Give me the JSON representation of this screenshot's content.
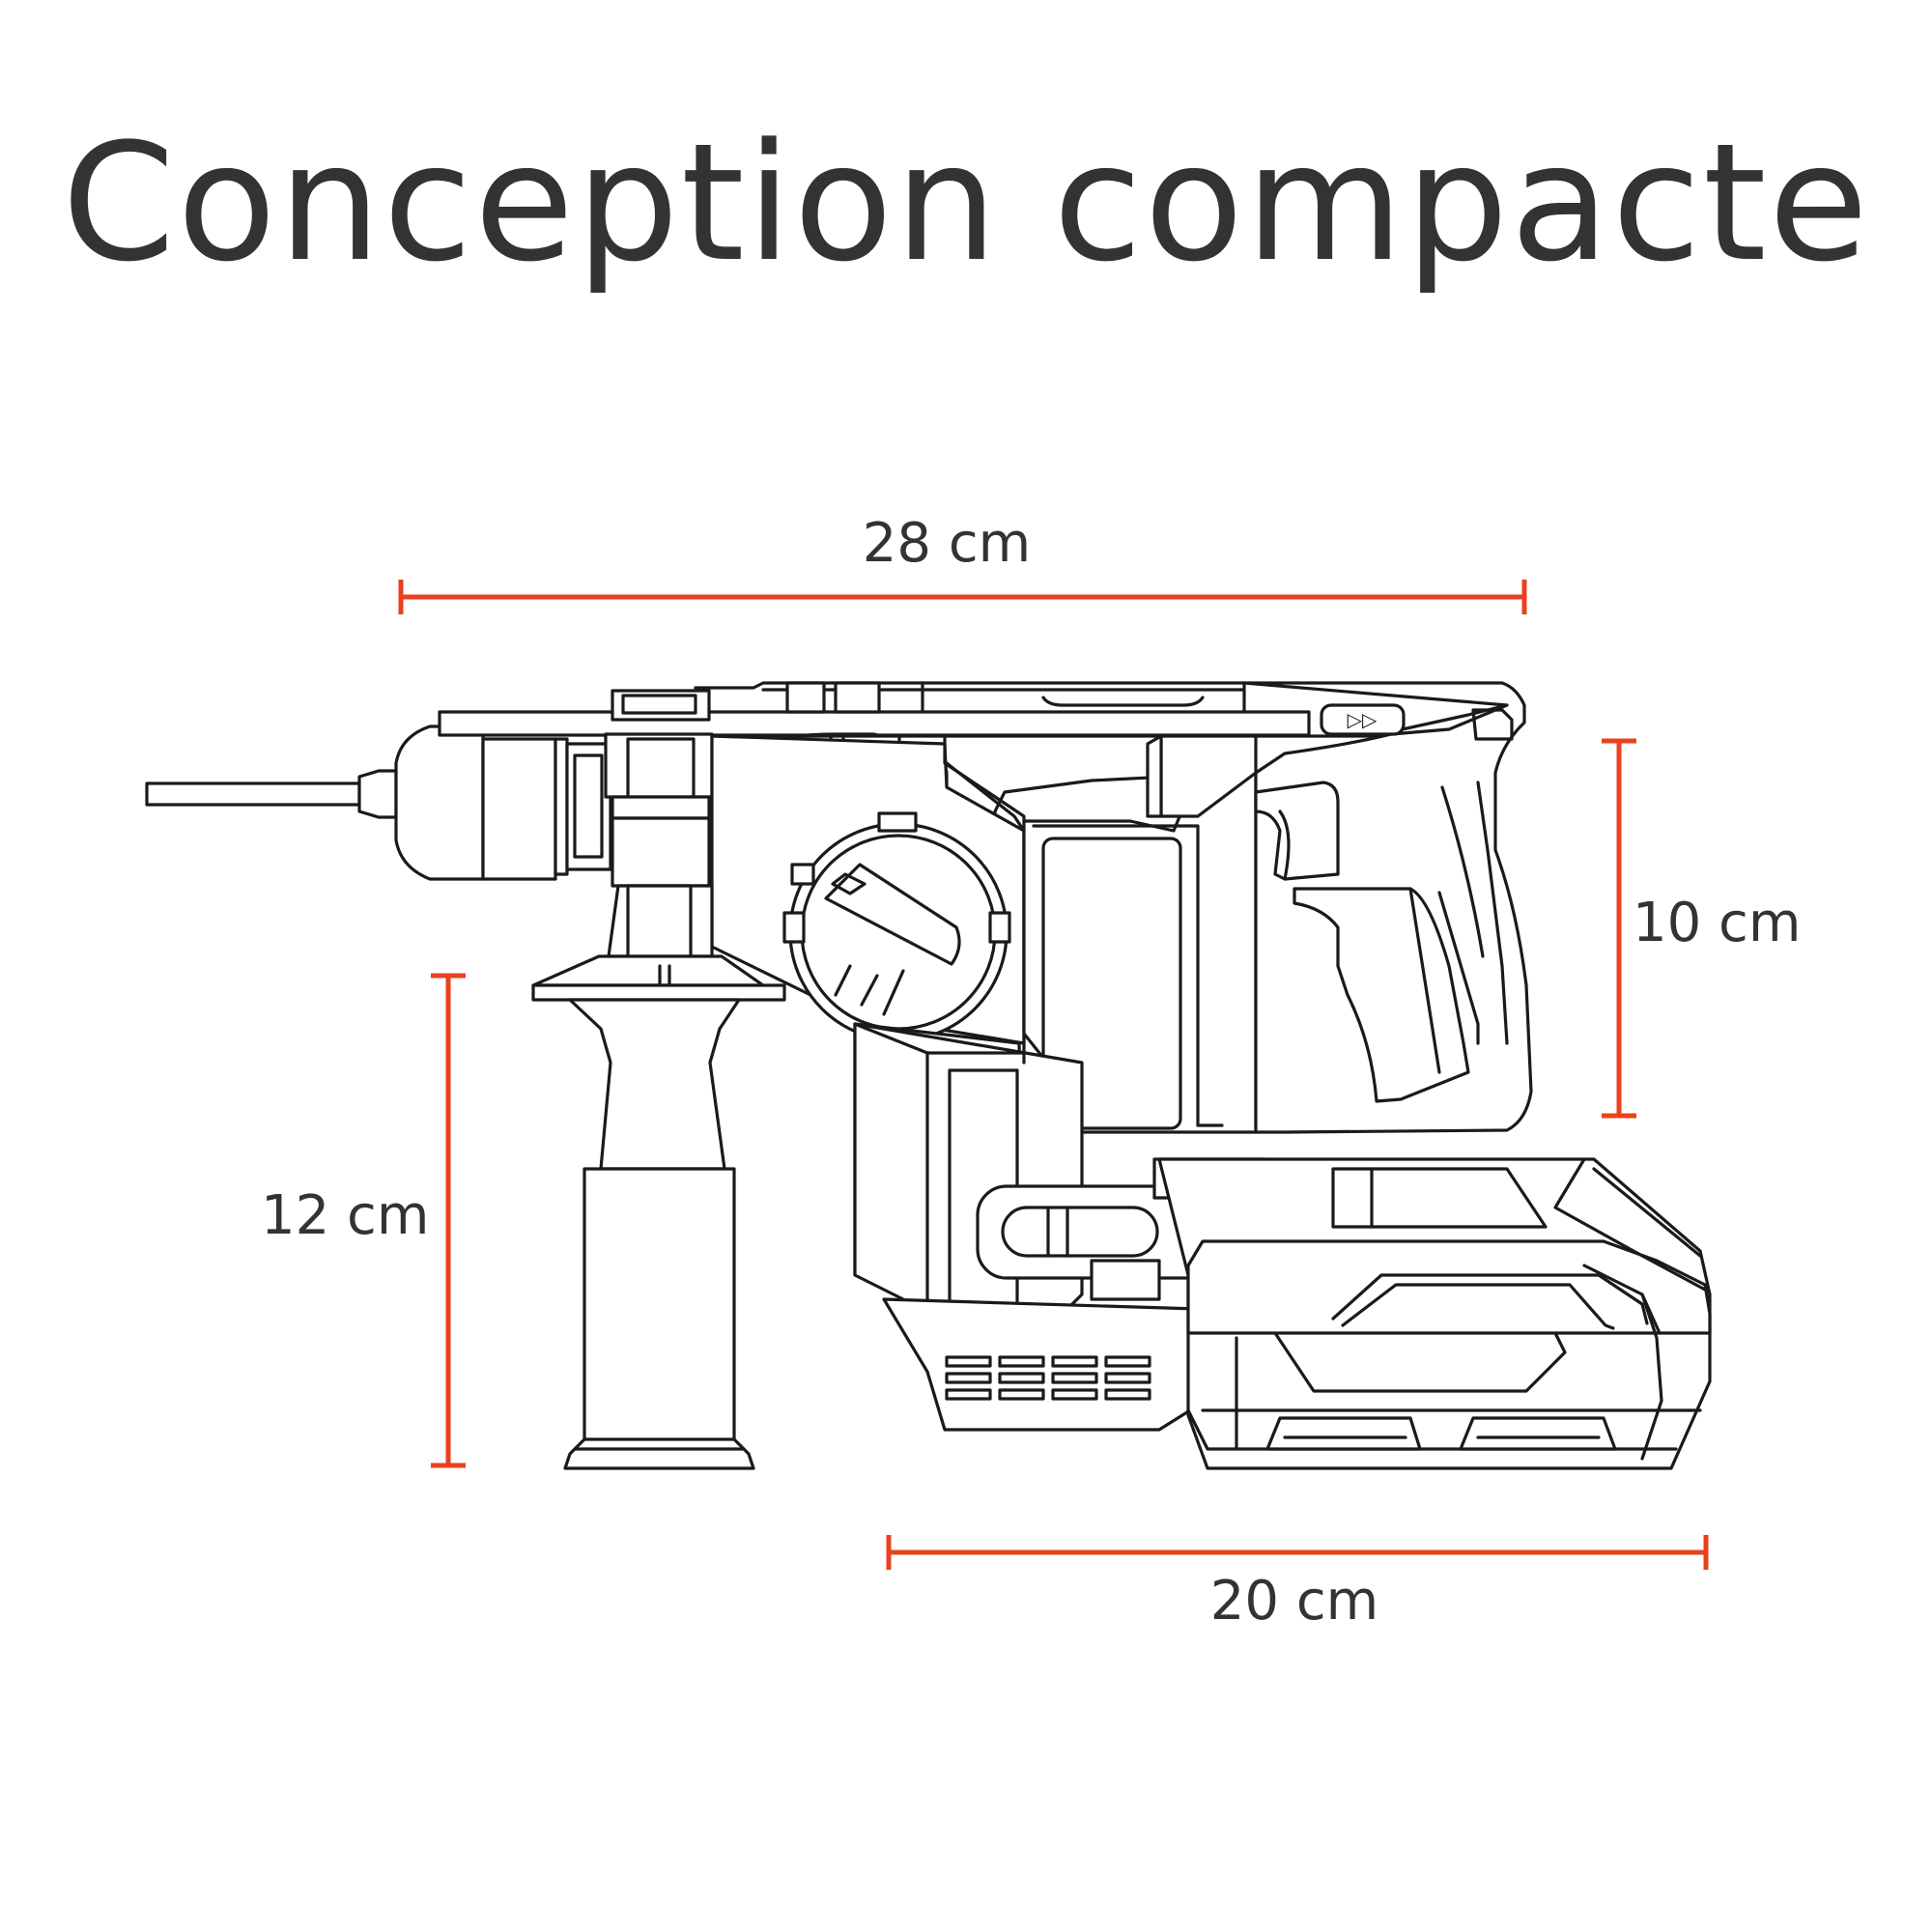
{
  "title": "Conception compacte",
  "accent_color": "#e8411d",
  "text_color": "#333333",
  "dimensions": {
    "overall_length": "28 cm",
    "body_height": "10 cm",
    "handle_height": "12 cm",
    "base_length": "20 cm"
  },
  "drawing": {
    "icon": "rotary-hammer-drill-icon",
    "mode_switch_button": "▷▷"
  }
}
